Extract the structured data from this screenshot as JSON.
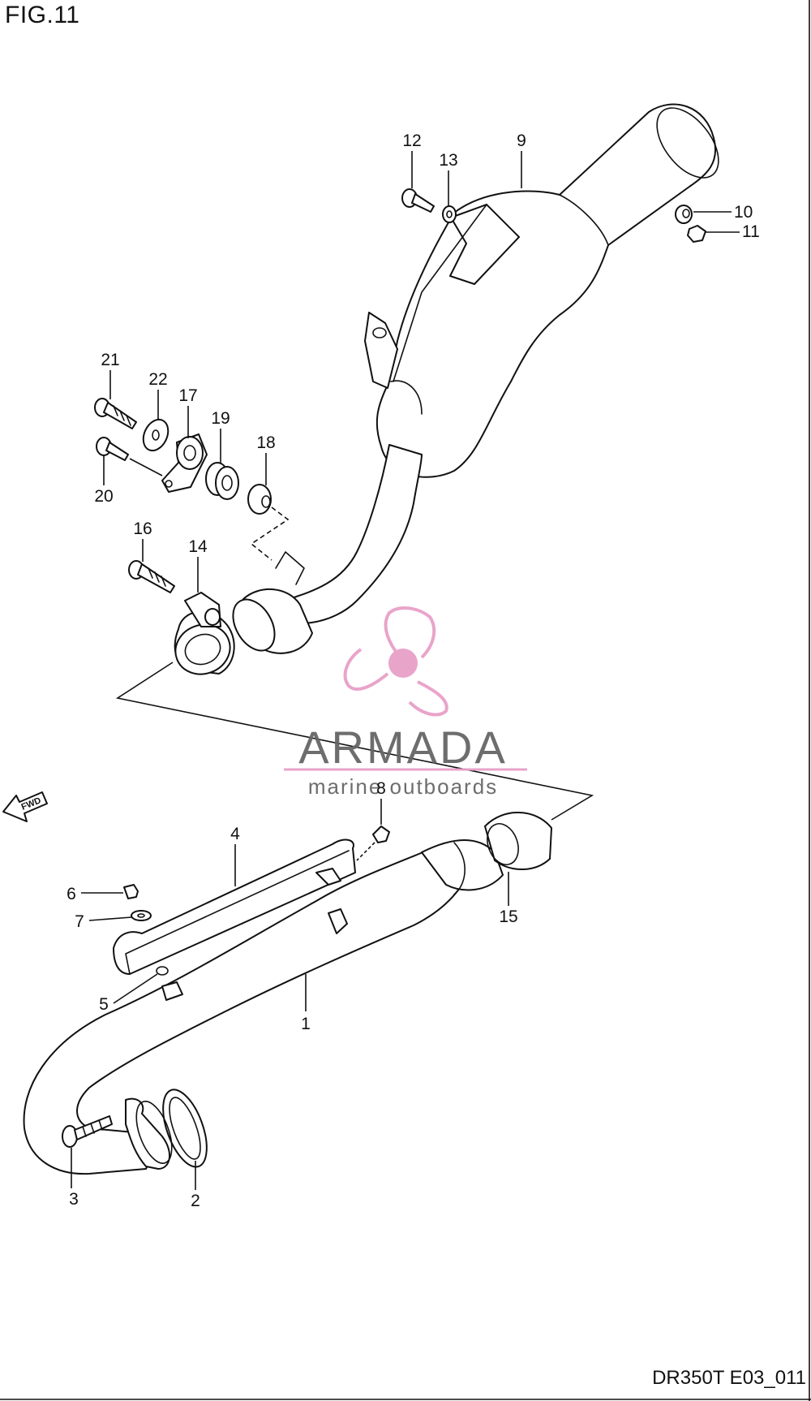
{
  "figure": {
    "title": "FIG.11",
    "code": "DR350T E03_011"
  },
  "watermark": {
    "brand": "ARMADA",
    "tagline": "marine outboards",
    "accent_color": "#e8a0c8",
    "text_color": "#666666"
  },
  "fwd_arrow": {
    "label": "FWD",
    "icon": "fwd-arrow-icon"
  },
  "callouts": [
    {
      "id": "1",
      "label": "1"
    },
    {
      "id": "2",
      "label": "2"
    },
    {
      "id": "3",
      "label": "3"
    },
    {
      "id": "4",
      "label": "4"
    },
    {
      "id": "5",
      "label": "5"
    },
    {
      "id": "6",
      "label": "6"
    },
    {
      "id": "7",
      "label": "7"
    },
    {
      "id": "8",
      "label": "8"
    },
    {
      "id": "9",
      "label": "9"
    },
    {
      "id": "10",
      "label": "10"
    },
    {
      "id": "11",
      "label": "11"
    },
    {
      "id": "12",
      "label": "12"
    },
    {
      "id": "13",
      "label": "13"
    },
    {
      "id": "14",
      "label": "14"
    },
    {
      "id": "15",
      "label": "15"
    },
    {
      "id": "16",
      "label": "16"
    },
    {
      "id": "17",
      "label": "17"
    },
    {
      "id": "18",
      "label": "18"
    },
    {
      "id": "19",
      "label": "19"
    },
    {
      "id": "20",
      "label": "20"
    },
    {
      "id": "21",
      "label": "21"
    },
    {
      "id": "22",
      "label": "22"
    }
  ]
}
